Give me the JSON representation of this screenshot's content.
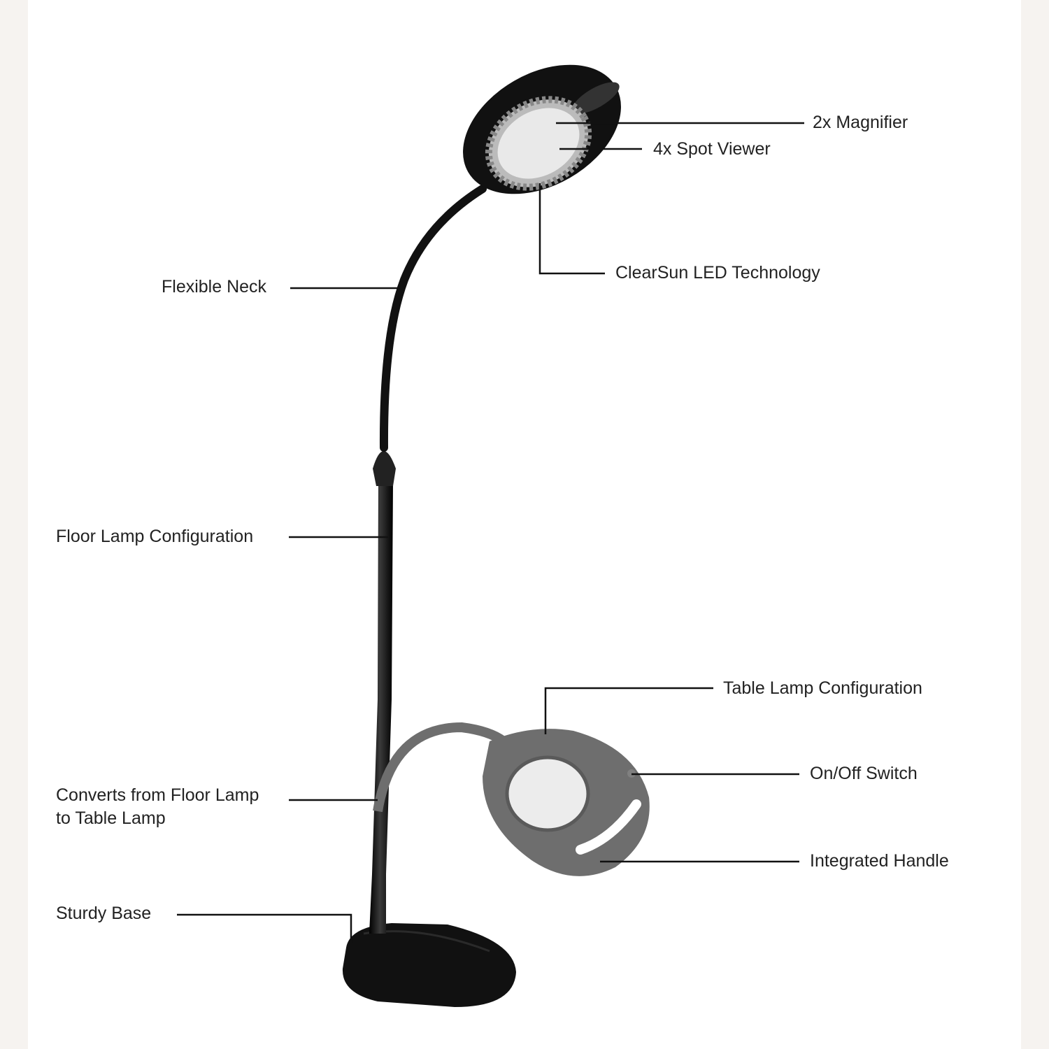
{
  "diagram": {
    "subject": "Floor / table magnifier lamp",
    "colors": {
      "background": "#ffffff",
      "margin": "#f6f3f0",
      "lamp_black": "#151515",
      "lamp_gray": "#6e6e6e",
      "text": "#222222"
    },
    "callouts": {
      "magnifier_2x": "2x Magnifier",
      "spot_viewer_4x": "4x Spot Viewer",
      "led": "ClearSun LED Technology",
      "neck": "Flexible Neck",
      "floor_config": "Floor Lamp Configuration",
      "convert_line1": "Converts from Floor Lamp",
      "convert_line2": "to Table Lamp",
      "base": "Sturdy Base",
      "table_config": "Table Lamp Configuration",
      "switch": "On/Off Switch",
      "handle": "Integrated Handle"
    }
  }
}
